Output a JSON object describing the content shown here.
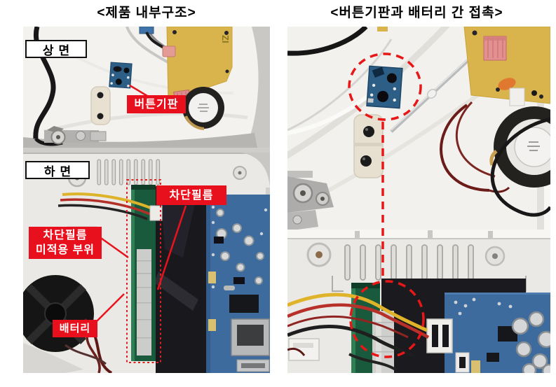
{
  "figure": {
    "left": {
      "title": "<제품 내부구조>",
      "sections": [
        {
          "tag": "상면"
        },
        {
          "tag": "하면"
        }
      ],
      "callouts": {
        "button_board": "버튼기판",
        "blocking_film": "차단필름",
        "film_missing_line1": "차단필름",
        "film_missing_line2": "미적용 부위",
        "battery": "배터리"
      }
    },
    "right": {
      "title": "<버튼기판과 배터리 간 접촉>"
    },
    "photo_texts": {
      "yellow_pcb_marking": "ZI"
    },
    "colors": {
      "callout_red": "#e8101c",
      "annotation_red": "#e81717",
      "tag_border": "#111111",
      "button_board_blue": "#2c5e86",
      "pcb_yellow": "#d9b44c",
      "battery_green": "#1a5a3c",
      "main_pcb_blue": "#3d6b9e"
    }
  }
}
